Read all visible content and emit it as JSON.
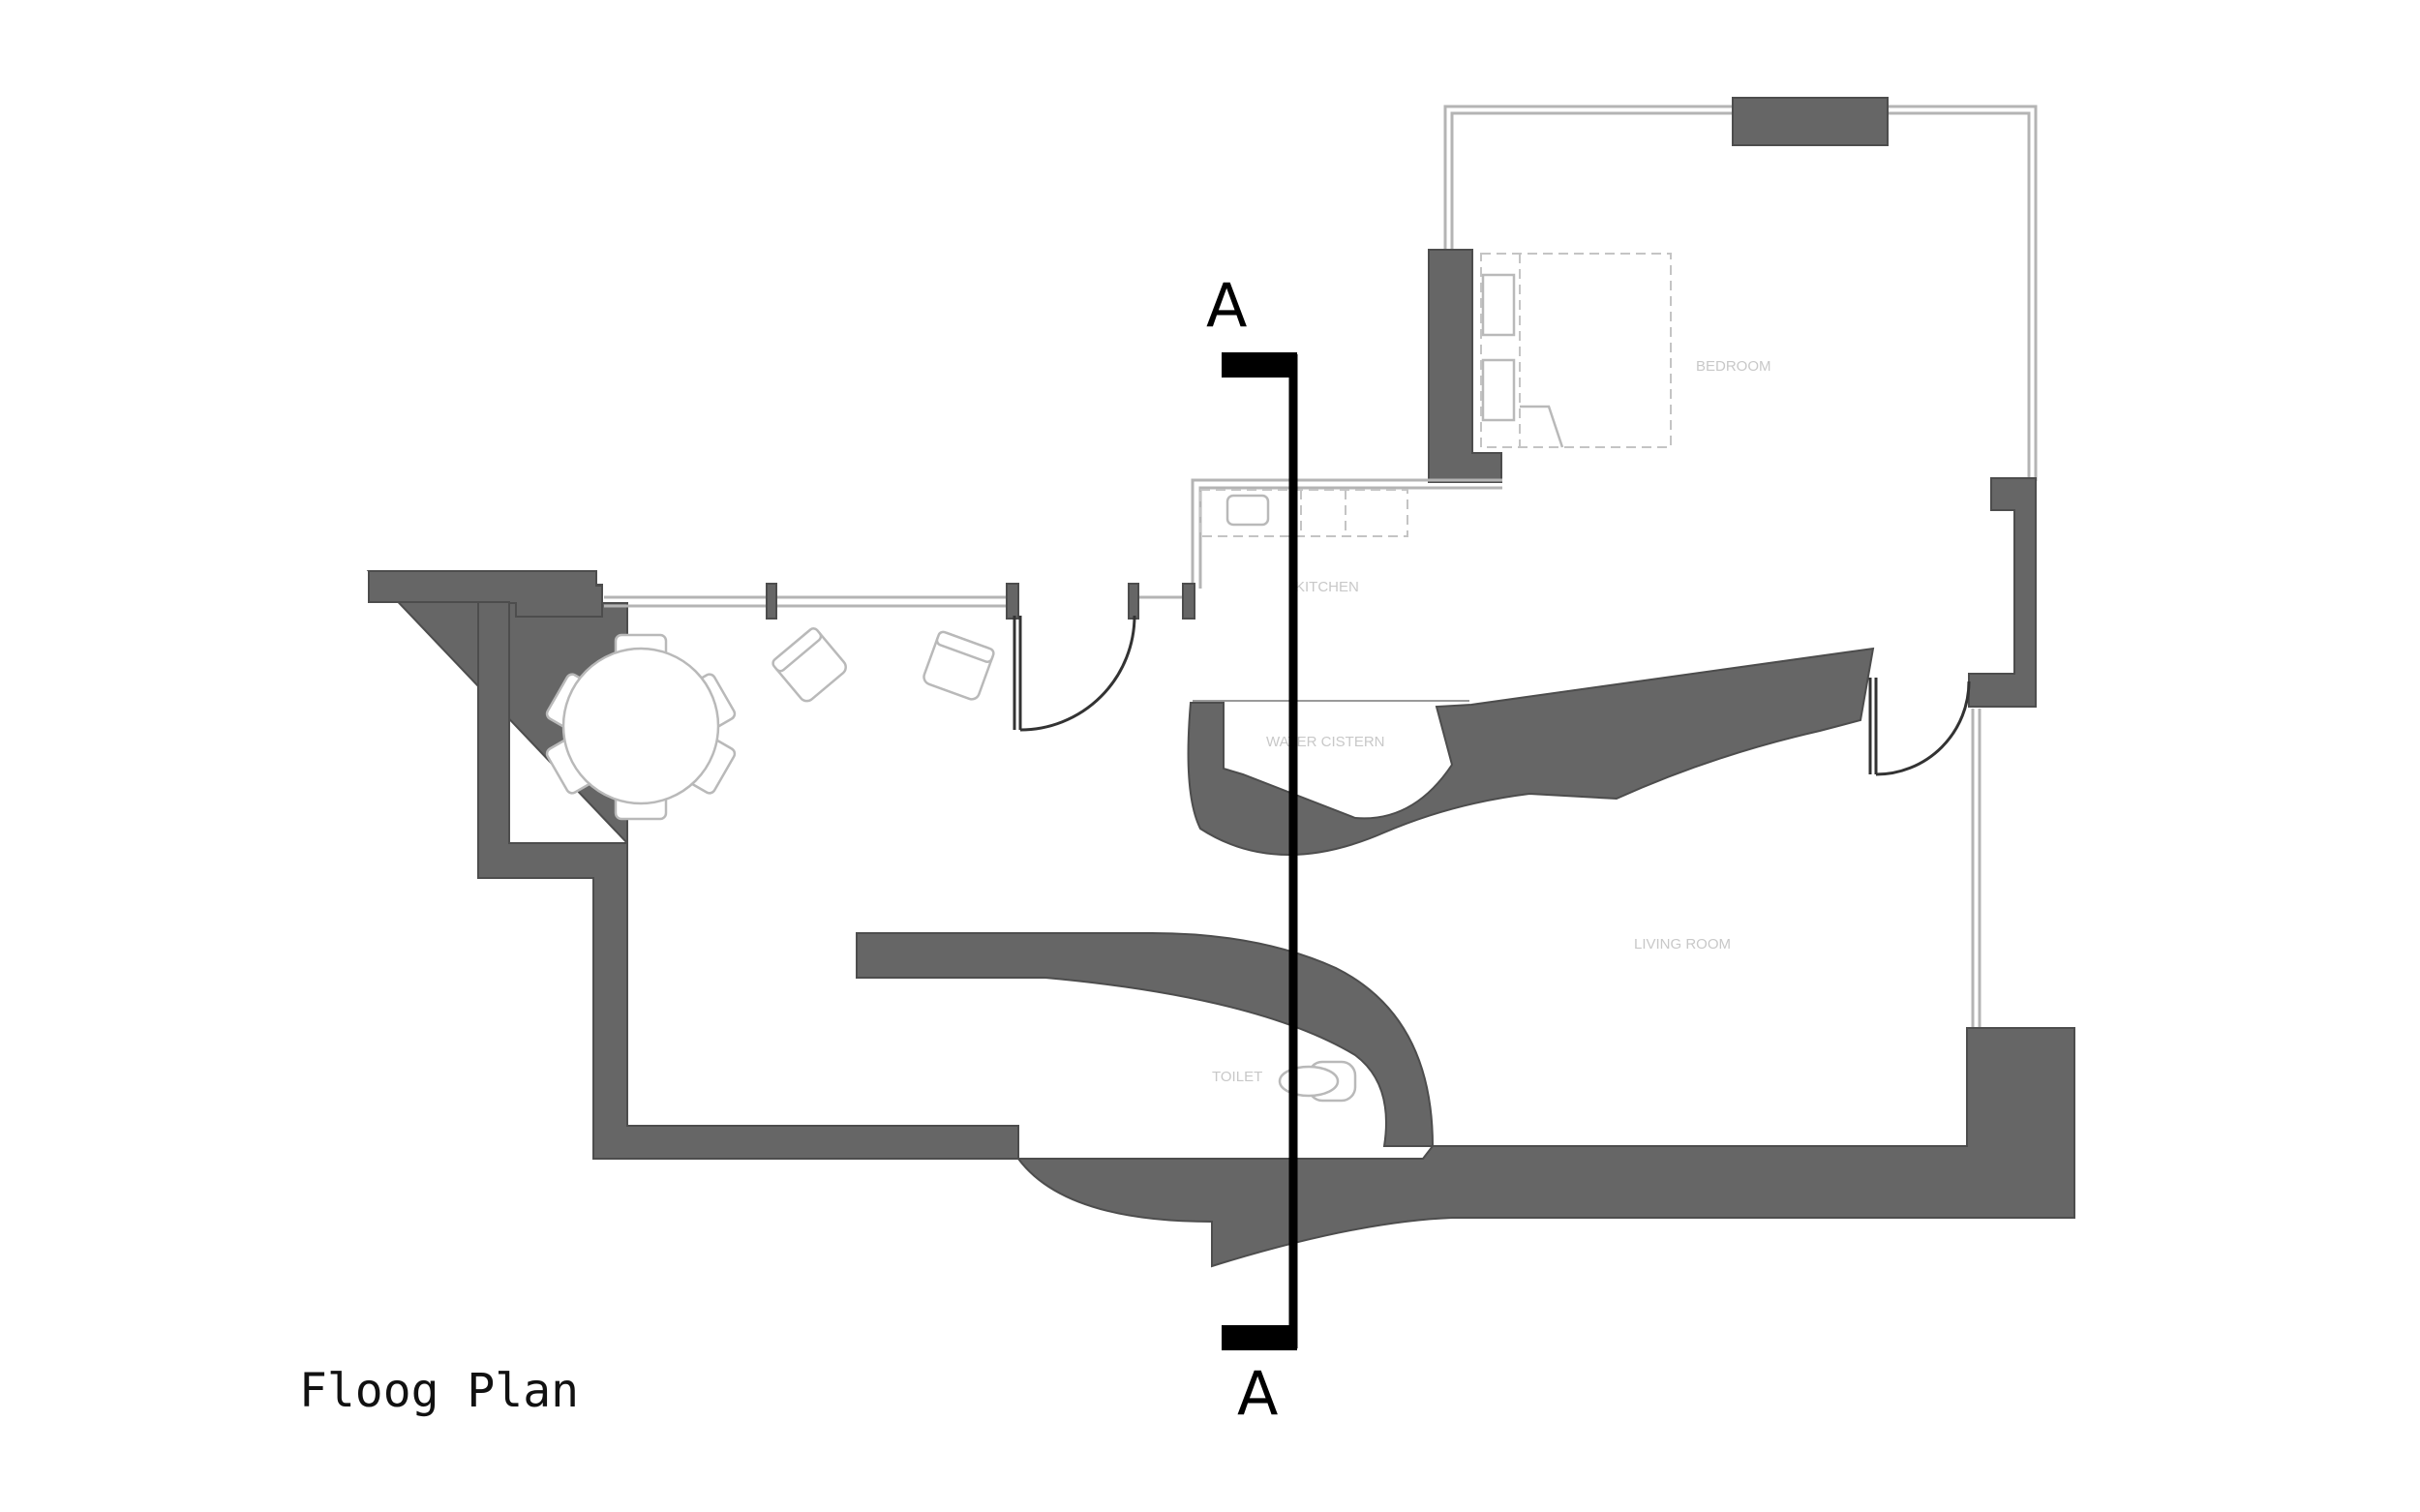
{
  "title": "Floog Plan",
  "rooms": {
    "bedroom": "BEDROOM",
    "kitchen": "KITCHEN",
    "water_cistern": "WATER CISTERN",
    "living_room": "LIVING ROOM",
    "toilet": "TOILET"
  },
  "section_marker": {
    "top_label": "A",
    "bottom_label": "A"
  },
  "colors": {
    "wall": "#666666",
    "section_line": "#000000",
    "background": "#ffffff"
  }
}
